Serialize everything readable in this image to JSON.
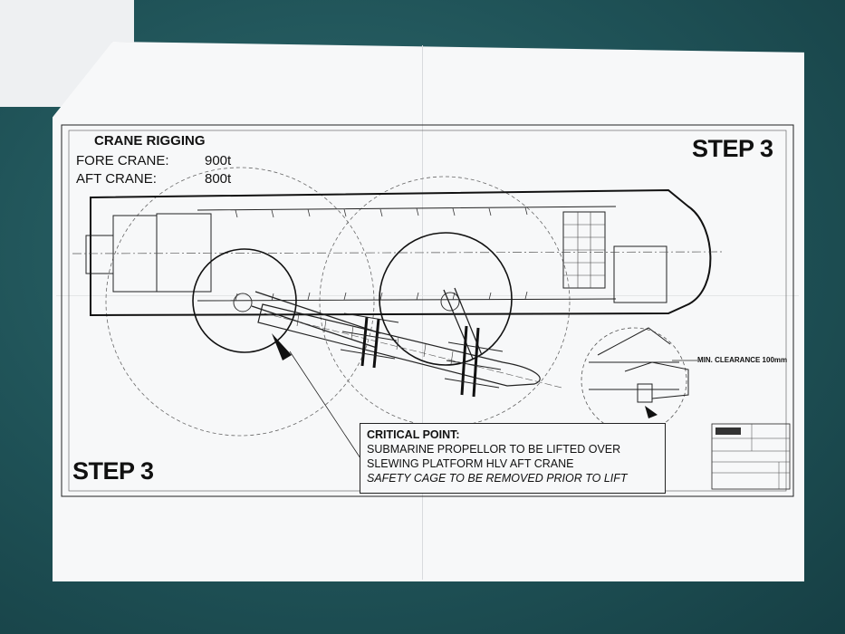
{
  "drawing": {
    "crane_rigging": {
      "title": "CRANE RIGGING",
      "fore_label": "FORE CRANE:",
      "fore_value": "900t",
      "aft_label": "AFT CRANE:",
      "aft_value": "800t"
    },
    "step_top": "STEP 3",
    "step_bottom": "STEP 3",
    "clearance": "MIN. CLEARANCE 100mm",
    "critical_point": {
      "title": "CRITICAL POINT:",
      "line1": "SUBMARINE PROPELLOR TO BE LIFTED OVER",
      "line2": "SLEWING PLATFORM HLV AFT CRANE",
      "line3": "SAFETY CAGE TO BE REMOVED PRIOR TO LIFT"
    }
  }
}
